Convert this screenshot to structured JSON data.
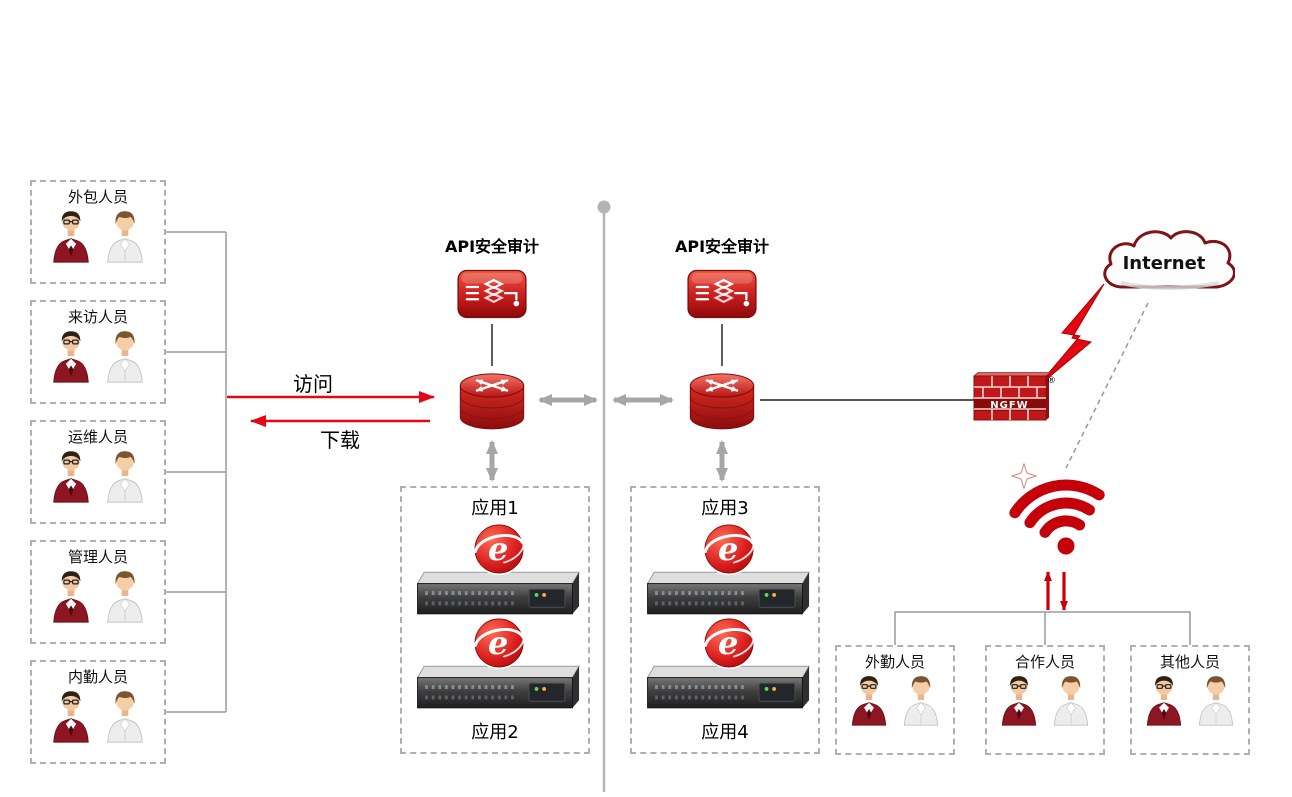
{
  "left_groups": [
    {
      "label": "外包人员"
    },
    {
      "label": "来访人员"
    },
    {
      "label": "运维人员"
    },
    {
      "label": "管理人员"
    },
    {
      "label": "内勤人员"
    }
  ],
  "right_groups": [
    {
      "label": "外勤人员"
    },
    {
      "label": "合作人员"
    },
    {
      "label": "其他人员"
    }
  ],
  "flow": {
    "access": "访问",
    "download": "下载"
  },
  "audits": {
    "left": "API安全审计",
    "right": "API安全审计"
  },
  "apps": [
    {
      "label": "应用1"
    },
    {
      "label": "应用2"
    },
    {
      "label": "应用3"
    },
    {
      "label": "应用4"
    }
  ],
  "internet": {
    "label": "Internet"
  },
  "ngfw": {
    "label": "NGFW",
    "reg": "®"
  },
  "icons": {
    "person_primary": "person-red-icon",
    "person_secondary": "person-light-icon",
    "api_audit_appliance": "api-audit-appliance-icon",
    "load_balancer_switch": "switch-stack-icon",
    "app_server": "server-icon",
    "browser": "ie-browser-icon",
    "firewall_wall": "ngfw-brick-icon",
    "internet_cloud": "internet-cloud-icon",
    "wireless": "wifi-icon",
    "lightning": "lightning-icon"
  },
  "colors": {
    "primary_red": "#c00000",
    "bright_red": "#e30613",
    "gray_line": "#9a9a9a",
    "gray_arrow": "#a6a6a6",
    "divider": "#b3b3b3"
  }
}
